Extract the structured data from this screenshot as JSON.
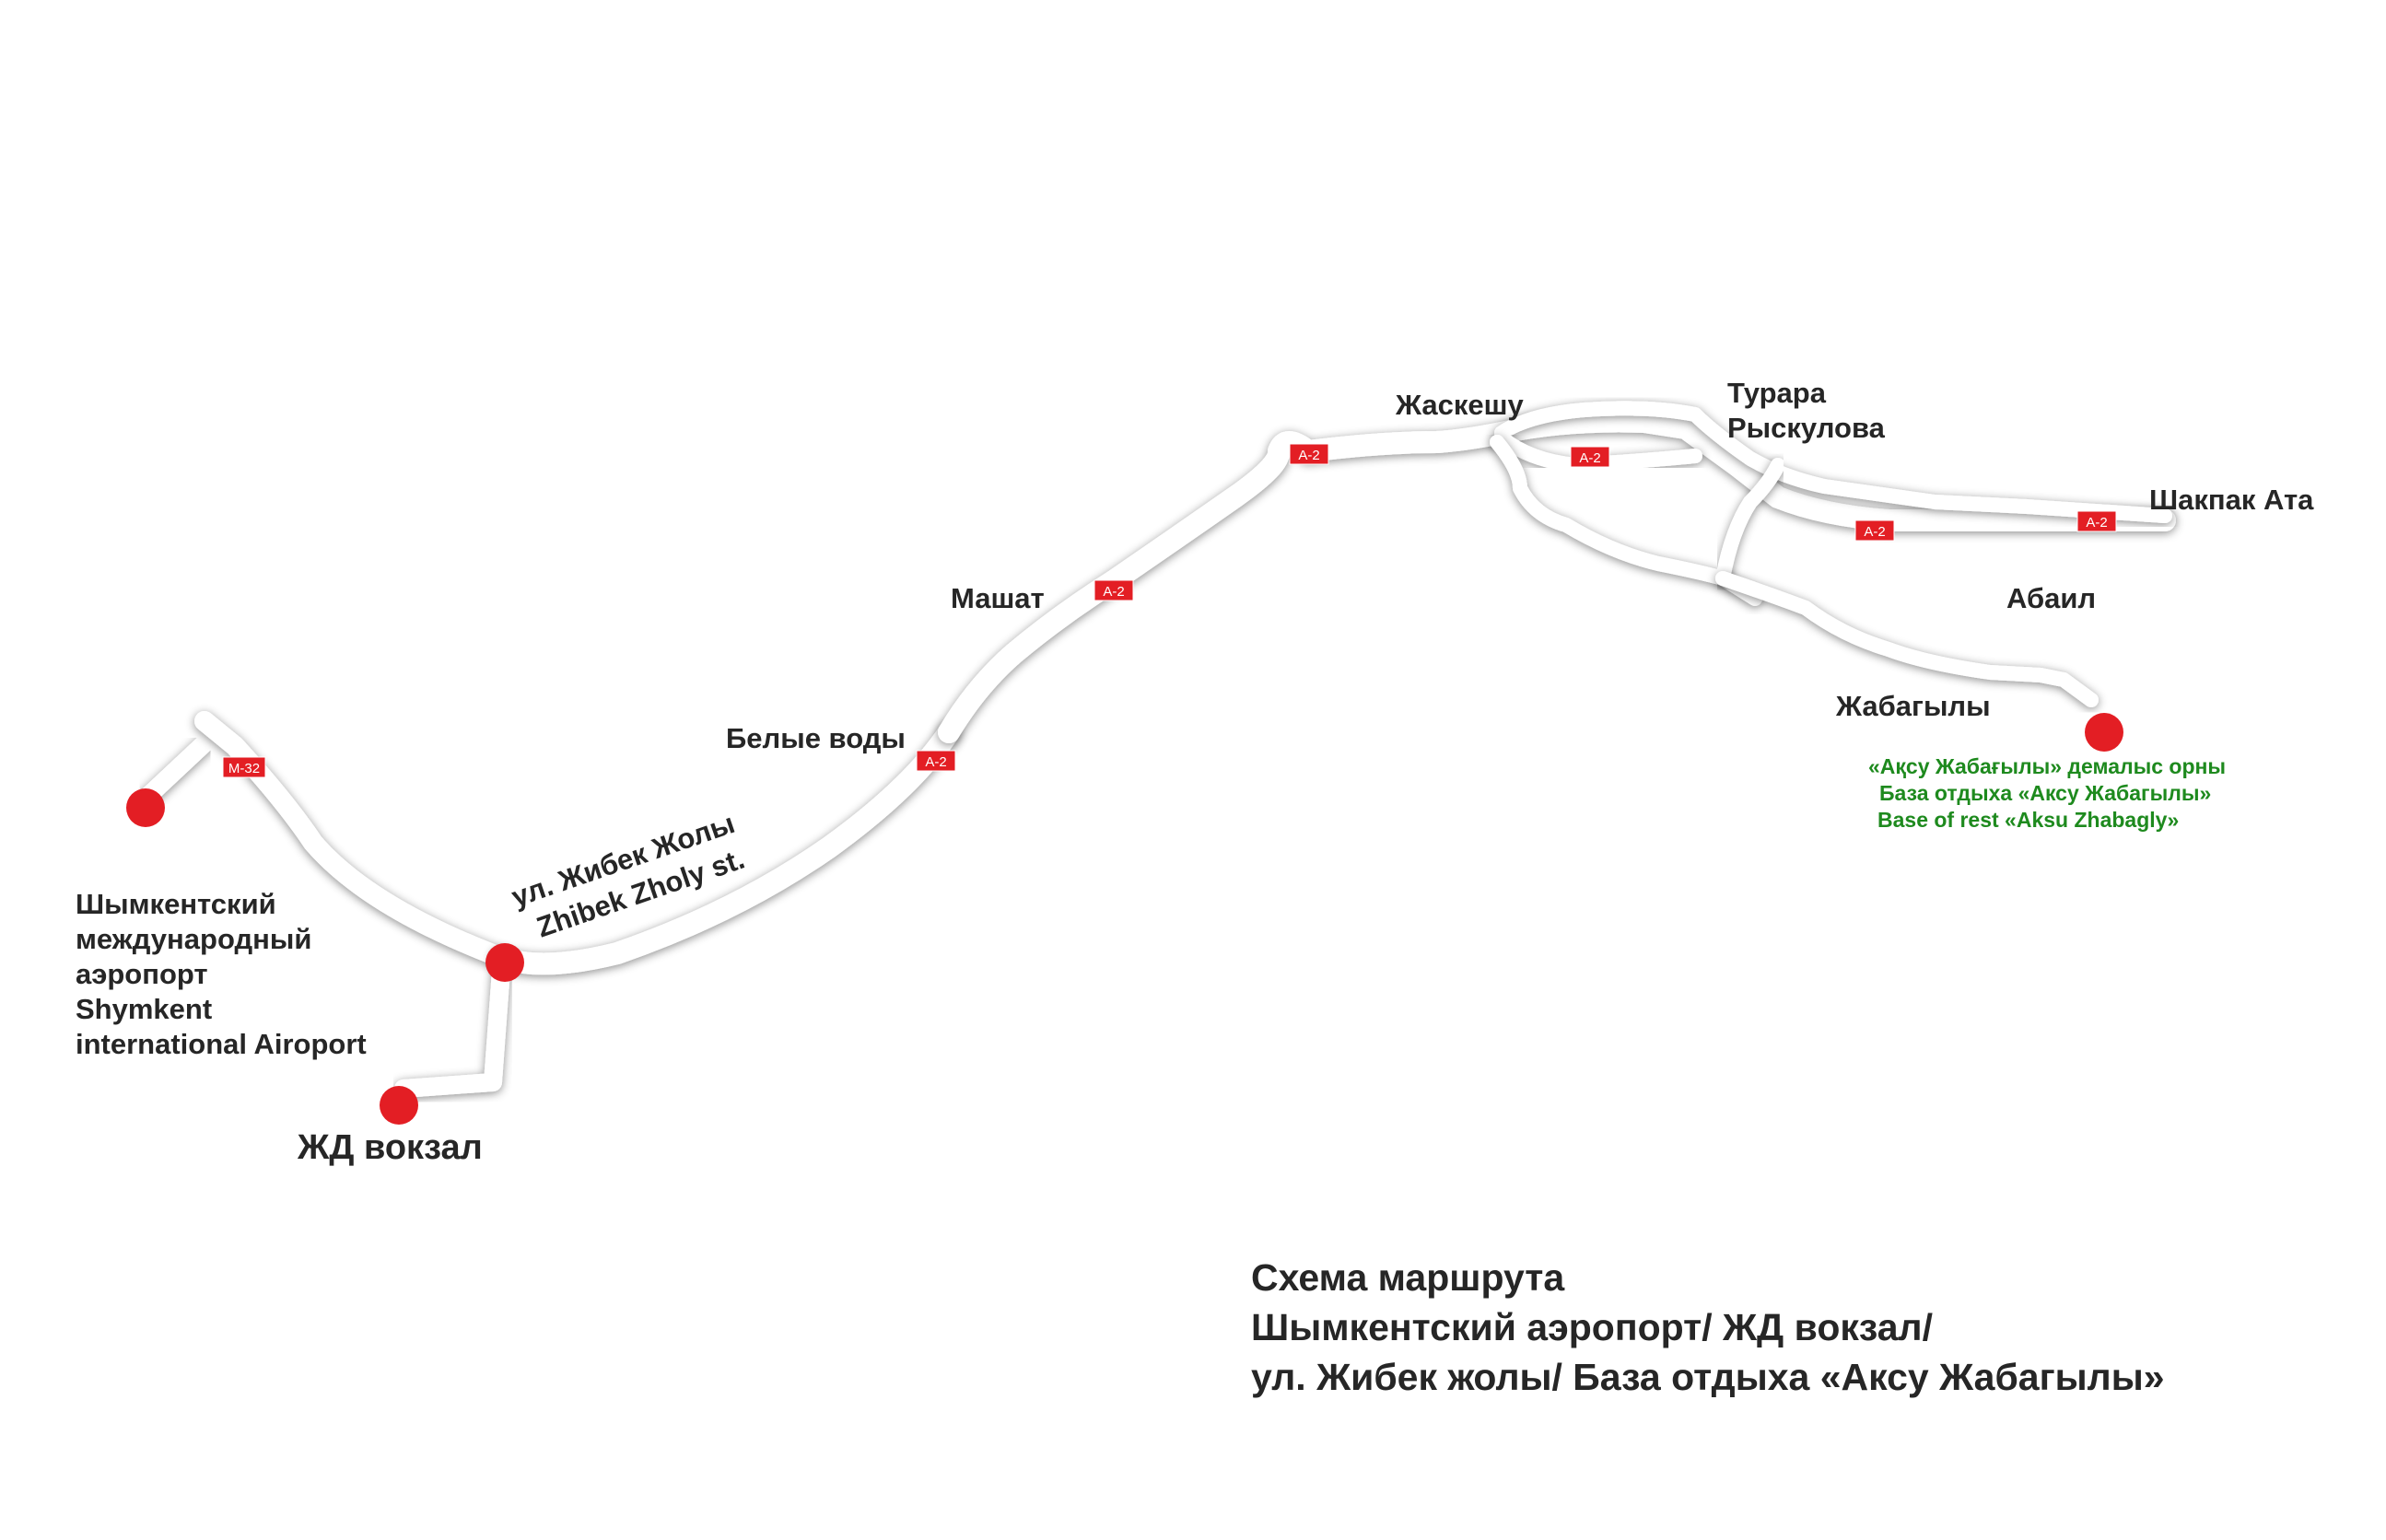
{
  "places": {
    "airport_ru": [
      "Шымкентский",
      "международный",
      "аэропорт"
    ],
    "airport_en": [
      "Shymkent",
      "international Airoport"
    ],
    "railway_station": "ЖД вокзал",
    "street_ru": "ул. Жибек Жолы",
    "street_en": "Zhibek Zholy st.",
    "belye_vody": "Белые воды",
    "mashat": "Машат",
    "zhaskeshu": "Жаскешу",
    "turara": [
      "Турара",
      "Рыскулова"
    ],
    "shakpak_ata": "Шакпак Ата",
    "abail": "Абаил",
    "zhabagyly": "Жабагылы"
  },
  "destination": [
    "«Ақсу Жабағылы» демалыс орны",
    "База отдыха «Аксу Жабагылы»",
    "Base of rest «Aksu Zhabagly»"
  ],
  "road_shields": {
    "m32": "M-32",
    "a2": "A-2"
  },
  "title": [
    "Схема маршрута",
    "Шымкентский аэропорт/ ЖД вокзал/",
    "ул. Жибек жолы/ База отдыха «Аксу Жабагылы»"
  ],
  "colors": {
    "marker": "#e31e24",
    "shield": "#e31e24",
    "destination_text": "#1e8a1e",
    "label_text": "#262626",
    "road": "#ffffff"
  }
}
